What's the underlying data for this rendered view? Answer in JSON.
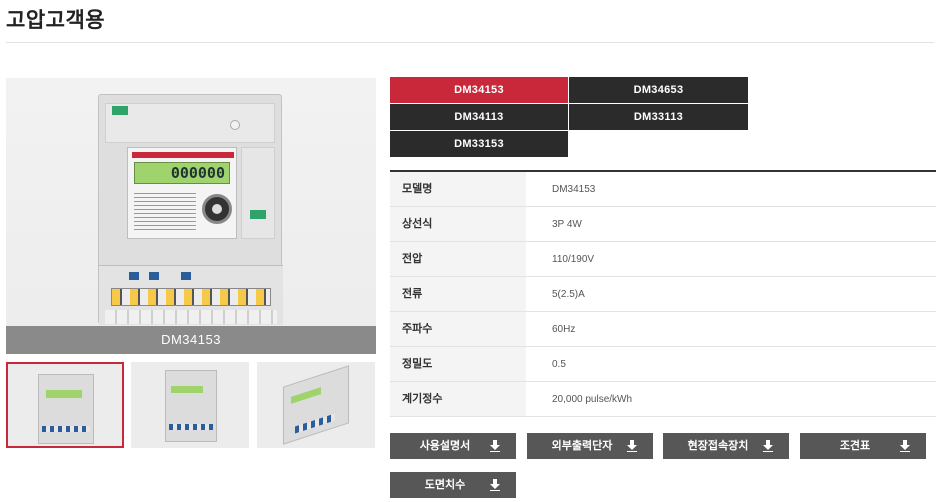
{
  "page": {
    "title": "고압고객용"
  },
  "product": {
    "caption": "DM34153"
  },
  "model_tabs": [
    "DM34153",
    "DM34653",
    "DM34113",
    "DM33113",
    "DM33153"
  ],
  "specs": [
    {
      "key": "모델명",
      "value": "DM34153"
    },
    {
      "key": "상선식",
      "value": "3P 4W"
    },
    {
      "key": "전압",
      "value": "110/190V"
    },
    {
      "key": "전류",
      "value": "5(2.5)A"
    },
    {
      "key": "주파수",
      "value": "60Hz"
    },
    {
      "key": "정밀도",
      "value": "0.5"
    },
    {
      "key": "계기정수",
      "value": "20,000 pulse/kWh"
    }
  ],
  "downloads": [
    "사용설명서",
    "외부출력단자",
    "현장접속장치",
    "조견표",
    "도면치수"
  ],
  "meter": {
    "lcd": "000000"
  },
  "colors": {
    "accent": "#c8283a",
    "tab_dark": "#2b2b2b",
    "button": "#575757",
    "caption_bar": "#8a8a8a"
  },
  "icons": {
    "download": "download-icon"
  }
}
